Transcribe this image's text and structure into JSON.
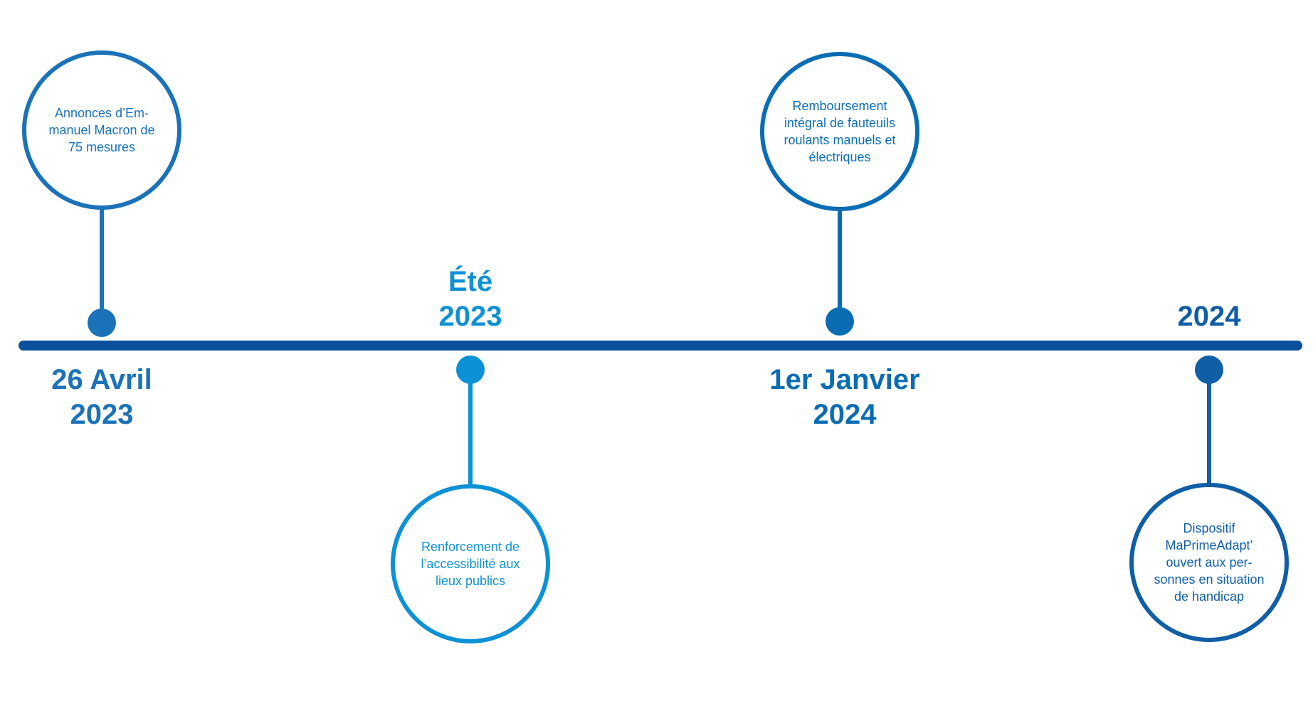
{
  "timeline": {
    "milestones": [
      {
        "date_line1": "26 Avril",
        "date_line2": "2023",
        "description": "Annonces d’Em-manuel Macron de 75 mesures",
        "color": "#1b72b8"
      },
      {
        "date_line1": "Été",
        "date_line2": "2023",
        "description": "Renforcement de l’accessibilité aux lieux publics",
        "color": "#0d91d6"
      },
      {
        "date_line1": "1er Janvier",
        "date_line2": "2024",
        "description": "Remboursement intégral de fauteuils roulants manuels et électriques",
        "color": "#0a6db4"
      },
      {
        "date_line1": "",
        "date_line2": "2024",
        "description": "Dispositif MaPrimeAdapt’ ouvert aux per-sonnes en situation de handicap",
        "color": "#0f5ea6"
      }
    ],
    "axis_color": "#0b509c"
  }
}
